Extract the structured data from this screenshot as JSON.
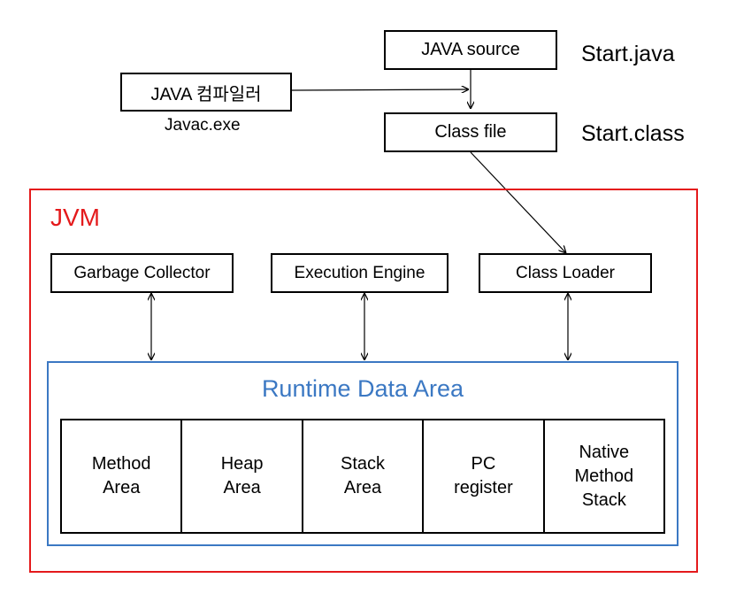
{
  "diagram": {
    "java_source": "JAVA source",
    "start_java": "Start.java",
    "compiler": "JAVA 컴파일러",
    "javac": "Javac.exe",
    "class_file": "Class file",
    "start_class": "Start.class",
    "jvm": "JVM",
    "garbage_collector": "Garbage Collector",
    "execution_engine": "Execution Engine",
    "class_loader": "Class Loader",
    "runtime_data_area": "Runtime Data Area",
    "areas": [
      "Method\nArea",
      "Heap\nArea",
      "Stack\nArea",
      "PC\nregister",
      "Native\nMethod\nStack"
    ],
    "colors": {
      "jvm": "#e41a1c",
      "runtime": "#3b78c3",
      "stroke": "#000000"
    }
  }
}
